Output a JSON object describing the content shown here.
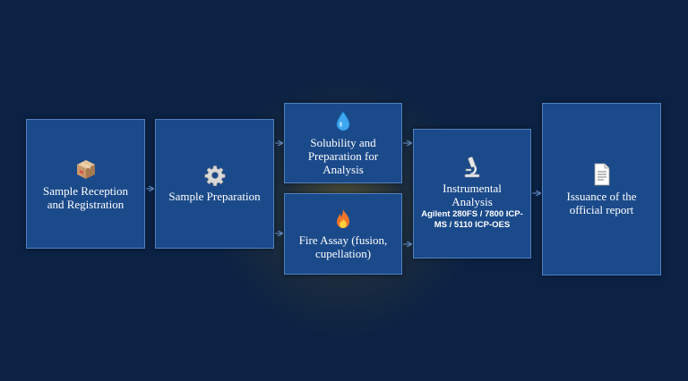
{
  "steps": [
    {
      "id": "reception",
      "label": "Sample Reception\nand Registration",
      "icon": "package-icon"
    },
    {
      "id": "preparation",
      "label": "Sample Preparation",
      "icon": "gear-icon"
    },
    {
      "id": "solubility",
      "label": "Solubility and\nPreparation for\nAnalysis",
      "icon": "droplet-icon"
    },
    {
      "id": "fire_assay",
      "label": "Fire Assay (fusion,\ncupellation)",
      "icon": "fire-icon"
    },
    {
      "id": "instrumental",
      "label": "Instrumental\nAnalysis",
      "sublabel": "Agilent 280FS / 7800 ICP-\nMS / 5110 ICP-OES",
      "icon": "microscope-icon"
    },
    {
      "id": "report",
      "label": "Issuance of the\nofficial report",
      "icon": "document-icon"
    }
  ],
  "colors": {
    "background": "#0b2244",
    "box_fill": "#1b4a8a",
    "box_border": "#4f7fbf",
    "arrow": "#6f9bd6",
    "text": "#ffffff"
  }
}
